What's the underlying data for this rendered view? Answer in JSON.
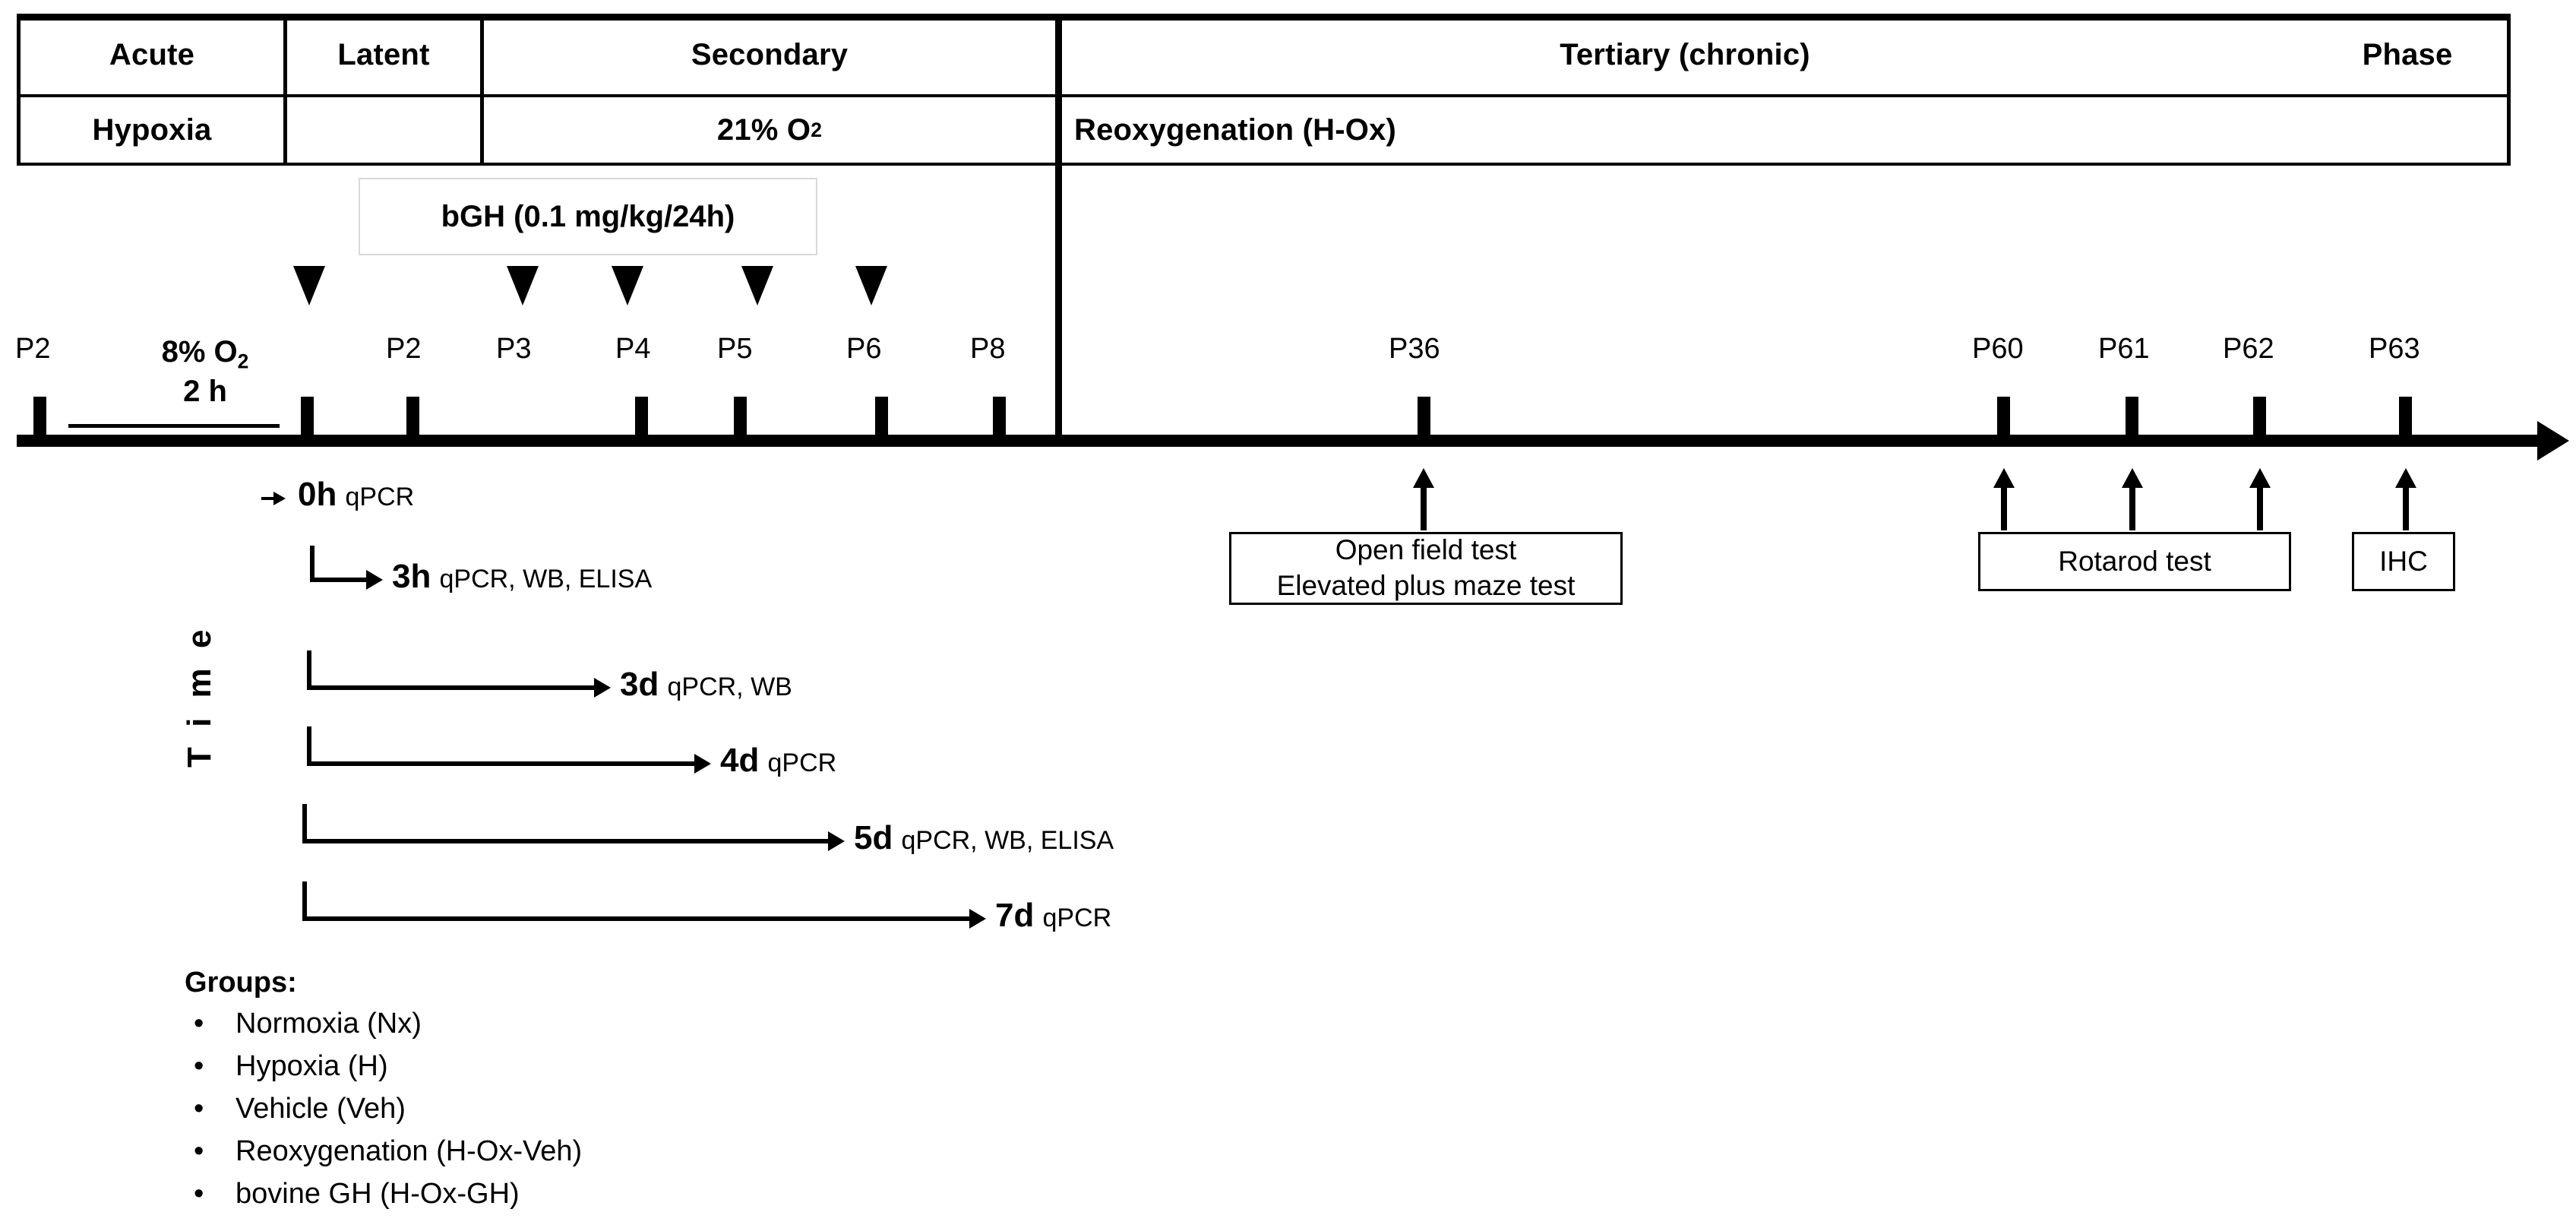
{
  "phase_table": {
    "row_label": "Phase",
    "phases": [
      {
        "name": "Acute",
        "condition": "Hypoxia"
      },
      {
        "name": "Latent",
        "condition": ""
      },
      {
        "name": "Secondary",
        "condition": "21% O2"
      },
      {
        "name": "Tertiary (chronic)",
        "condition": "Reoxygenation (H-Ox)"
      }
    ],
    "condition_secondary_main": "21% O",
    "condition_secondary_sub": "2"
  },
  "treatment": {
    "bgh_box_label": "bGH (0.1 mg/kg/24h)",
    "injection_count": 5
  },
  "hypoxia": {
    "gas_line1_main": "8% O",
    "gas_line1_sub": "2",
    "gas_line2": "2 h"
  },
  "timeline": {
    "ticks": [
      {
        "label": "P2"
      },
      {
        "label": "P2"
      },
      {
        "label": "P3"
      },
      {
        "label": "P4"
      },
      {
        "label": "P5"
      },
      {
        "label": "P6"
      },
      {
        "label": "P8"
      },
      {
        "label": "P36"
      },
      {
        "label": "P60"
      },
      {
        "label": "P61"
      },
      {
        "label": "P62"
      },
      {
        "label": "P63"
      }
    ]
  },
  "time_axis_label": "T i m e",
  "sampling": [
    {
      "time": "0h",
      "methods": "qPCR"
    },
    {
      "time": "3h",
      "methods": "qPCR, WB, ELISA"
    },
    {
      "time": "3d",
      "methods": "qPCR, WB"
    },
    {
      "time": "4d",
      "methods": "qPCR"
    },
    {
      "time": "5d",
      "methods": "qPCR, WB, ELISA"
    },
    {
      "time": "7d",
      "methods": "qPCR"
    }
  ],
  "behavior_tests": [
    {
      "name": "open-field-box",
      "lines": [
        "Open field test",
        "Elevated plus maze test"
      ]
    },
    {
      "name": "rotarod-box",
      "lines": [
        "Rotarod test"
      ]
    },
    {
      "name": "ihc-box",
      "lines": [
        "IHC"
      ]
    }
  ],
  "groups": {
    "title": "Groups:",
    "bullet": "•",
    "items": [
      "Normoxia (Nx)",
      "Hypoxia (H)",
      "Vehicle (Veh)",
      "Reoxygenation (H-Ox-Veh)",
      "bovine GH (H-Ox-GH)"
    ]
  },
  "colors": {
    "ink": "#000000",
    "background": "#ffffff",
    "bgh_box_border": "#d9d9d9"
  }
}
